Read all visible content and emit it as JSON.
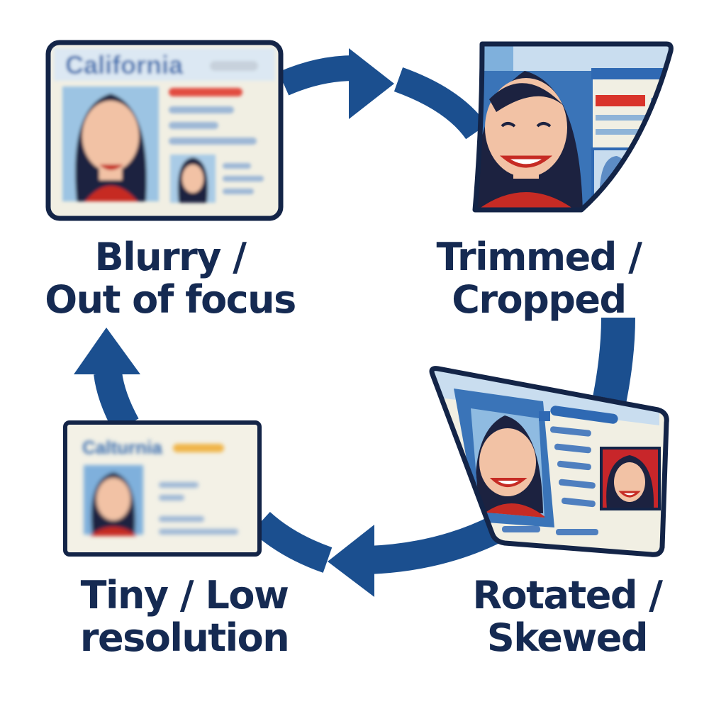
{
  "diagram": {
    "stages": [
      {
        "id": "blurry",
        "title_line1": "Blurry /",
        "title_line2": "Out of focus",
        "card_state_text": "California"
      },
      {
        "id": "trimmed",
        "title_line1": "Trimmed /",
        "title_line2": "Cropped"
      },
      {
        "id": "rotated",
        "title_line1": "Rotated /",
        "title_line2": "Skewed"
      },
      {
        "id": "tiny",
        "title_line1": "Tiny / Low",
        "title_line2": "resolution",
        "card_state_text": "Calturnia"
      }
    ]
  },
  "colors": {
    "arrow": "#1b4f8f",
    "label_text": "#152a52",
    "card_border": "#132447",
    "card_fill": "#f1efe3",
    "accent_red": "#d9342b",
    "accent_blue": "#2f69b3",
    "accent_yellow": "#f0b548",
    "skin": "#f2c2a5",
    "hair": "#1c2240"
  },
  "icons": [
    "cycle-arrow",
    "id-card",
    "portrait"
  ]
}
